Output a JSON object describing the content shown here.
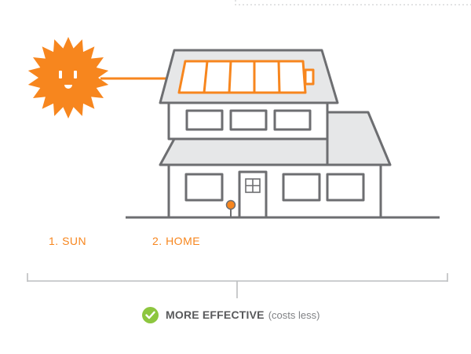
{
  "steps": [
    {
      "label": "1. SUN"
    },
    {
      "label": "2. HOME"
    }
  ],
  "result": {
    "label": "MORE EFFECTIVE",
    "note": "(costs less)"
  },
  "icons": {
    "sun": "smiling-sun-icon",
    "house": "house-icon",
    "solar_panel": "solar-panel-icon",
    "meter": "meter-icon",
    "check": "check-circle-icon"
  },
  "colors": {
    "accent": "#F7861E",
    "outline": "#6D6E71",
    "fill": "#E6E7E8",
    "check": "#8DC63F",
    "text_dark": "#58595B",
    "text_light": "#808285",
    "bracket": "#BCBEC0",
    "dotted": "#D1D3D4"
  }
}
